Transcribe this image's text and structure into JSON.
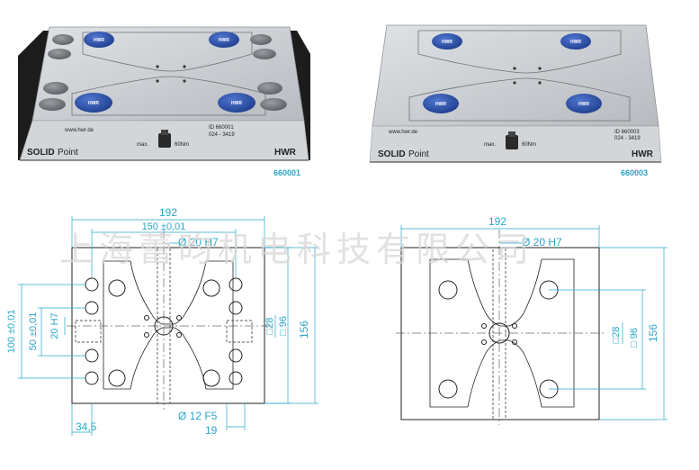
{
  "products": [
    {
      "code": "660001",
      "url": "www.hwr.de",
      "id_line1": "ID 660001",
      "id_line2": "024 - 3419",
      "torque_prefix": "max.",
      "torque_value": "60Nm",
      "brand_bold": "SOLID",
      "brand_light": "Point",
      "maker": "HWR",
      "button_label": "HWR"
    },
    {
      "code": "660003",
      "url": "www.hwr.de",
      "id_line1": "ID 660003",
      "id_line2": "024 - 3419",
      "torque_prefix": "max.",
      "torque_value": "60Nm",
      "brand_bold": "SOLID",
      "brand_light": "Point",
      "maker": "HWR",
      "button_label": "HWR"
    }
  ],
  "drawings": [
    {
      "width": "192",
      "hole_spacing": "150 ±0,01",
      "center_bore": "Ø 20 H7",
      "height": "156",
      "square_inner": "□28",
      "square_outer": "□ 96",
      "left_outer": "100 ±0,01",
      "left_mid": "50 ±0,01",
      "left_inner": "20 H7",
      "bottom_offset": "34,5",
      "bottom_bore": "Ø 12 F5",
      "bottom_width": "19"
    },
    {
      "width": "192",
      "center_bore": "Ø 20 H7",
      "height": "156",
      "square_inner": "□28",
      "square_outer": "□ 96"
    }
  ],
  "watermark": "上海蕾昀机电科技有限公司",
  "colors": {
    "dimension": "#2aa6c9",
    "button": "#2a4fa8",
    "plate": "#c9ccd0",
    "base": "#1e1e1e"
  }
}
